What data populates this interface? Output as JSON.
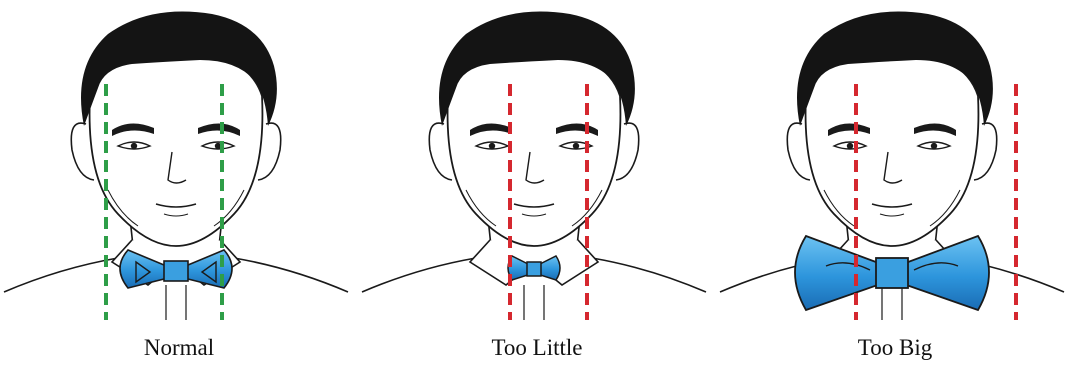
{
  "captions": {
    "normal": "Normal",
    "too_little": "Too Little",
    "too_big": "Too Big"
  },
  "colors": {
    "normal_guide": "#2e9e48",
    "wrong_guide": "#d5282f",
    "bow_tie": "#3a9fe0",
    "hair": "#141414"
  }
}
